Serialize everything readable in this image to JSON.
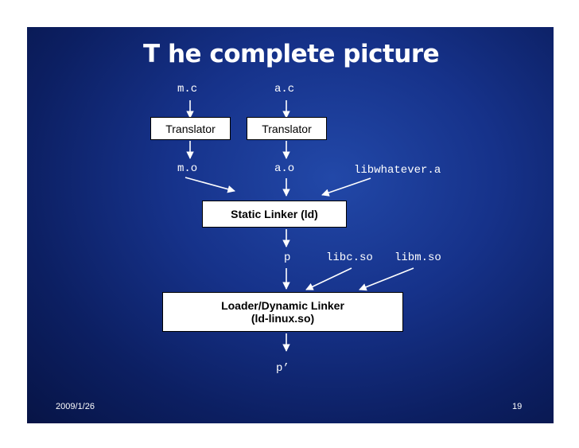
{
  "title": "T he complete picture",
  "sources": {
    "m_c": "m.c",
    "a_c": "a.c"
  },
  "translators": {
    "left": "Translator",
    "right": "Translator"
  },
  "objects": {
    "m_o": "m.o",
    "a_o": "a.o",
    "lib_static": "libwhatever.a"
  },
  "static_linker": "Static Linker (ld)",
  "program": {
    "p": "p",
    "libc": "libc.so",
    "libm": "libm.so"
  },
  "loader": {
    "line1": "Loader/Dynamic Linker",
    "line2": "(ld-linux.so)"
  },
  "output": "p’",
  "footer": {
    "date": "2009/1/26",
    "page": "19"
  }
}
